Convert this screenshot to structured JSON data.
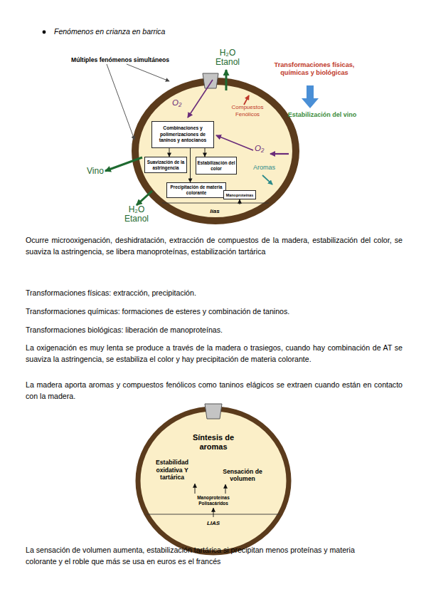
{
  "diagram": {
    "title": "Fenómenos en crianza en barrica",
    "nodes": [
      {
        "text": [
          "Múltiples fenómenos simultáneos"
        ]
      },
      {
        "text": [
          "Combinaciones y polimerizaciones de taninos y antocianos"
        ],
        "in": 0
      },
      {
        "text": [
          "Suavización de la astringencia"
        ],
        "in": 0
      },
      {
        "text": [
          "Estabilización del color"
        ],
        "in": 0
      },
      {
        "text": [
          "Precipitación de materia colorante"
        ],
        "in": 0
      },
      {
        "text": [
          "Manoproteínas"
        ],
        "in": 0
      },
      {
        "text": [
          "lías"
        ],
        "in": 0
      },
      {
        "text": [
          "Síntesis de aromas"
        ]
      },
      {
        "text": [
          "Estabilidad oxidativa Y tartárica"
        ],
        "in": 7
      },
      {
        "text": [
          "Sensación de volumen"
        ],
        "in": 7
      },
      {
        "text": [
          "Manoproteínas Polisacáridos"
        ],
        "in": 7
      },
      {
        "text": [
          "LIAS"
        ],
        "in": 7
      }
    ],
    "edges": [
      {
        "from": 1,
        "to": 2,
        "arrow": "to"
      },
      {
        "from": 1,
        "to": 3,
        "arrow": "to"
      },
      {
        "from": 1,
        "to": 4,
        "arrow": "to"
      },
      {
        "from": 6,
        "to": 5,
        "arrow": "to"
      },
      {
        "from": 11,
        "to": 10,
        "arrow": "to"
      },
      {
        "from": 10,
        "to": 8,
        "arrow": "to"
      },
      {
        "from": 10,
        "to": 9,
        "arrow": "to"
      }
    ],
    "labels": [
      "H₂O Etanol",
      "Transformaciones físicas, químicas y biológicas",
      "O₂",
      "Compuestos Fenólicos",
      "Estabilización del vino",
      "O₂",
      "Aromas",
      "Vino",
      "H₂O Etanol",
      "Ocurre microoxigenación, deshidratación, extracción de compuestos de la madera, estabilización del color, se suaviza la astringencia, se libera manoproteínas, estabilización tartárica",
      "Transformaciones físicas: extracción, precipitación.",
      "Transformaciones químicas: formaciones de esteres y combinación de taninos.",
      "Transformaciones biológicas: liberación de manoproteínas.",
      "La oxigenación es muy lenta se produce a través de la madera o trasiegos, cuando hay combinación de AT se suaviza la astringencia, se estabiliza el color y hay precipitación de materia colorante.",
      "La madera aporta aromas y compuestos fenólicos como taninos elágicos se extraen cuando están en contacto con la madera.",
      "La sensación de volumen aumenta, estabilización tartárica si precipitan menos proteínas y materia colorante y el roble que más se usa en euros es el francés"
    ]
  }
}
